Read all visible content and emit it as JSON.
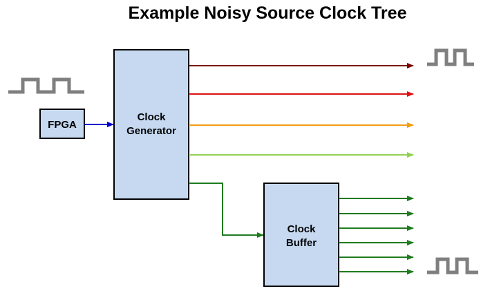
{
  "title": "Example Noisy Source Clock Tree",
  "blocks": {
    "fpga": {
      "label": "FPGA"
    },
    "clock_generator": {
      "line1": "Clock",
      "line2": "Generator"
    },
    "clock_buffer": {
      "line1": "Clock",
      "line2": "Buffer"
    }
  },
  "colors": {
    "box_fill": "#c6d9f1",
    "box_stroke": "#000000",
    "waveform": "#7f7f7f",
    "fpga_link": "#0000cc",
    "gen_out_1": "#7b0000",
    "gen_out_2": "#dd1111",
    "gen_out_3": "#f39c12",
    "gen_out_4": "#92d050",
    "buffer_path": "#1e7b1e"
  },
  "icons": [
    "square-wave-icon",
    "arrow-head-icon"
  ]
}
